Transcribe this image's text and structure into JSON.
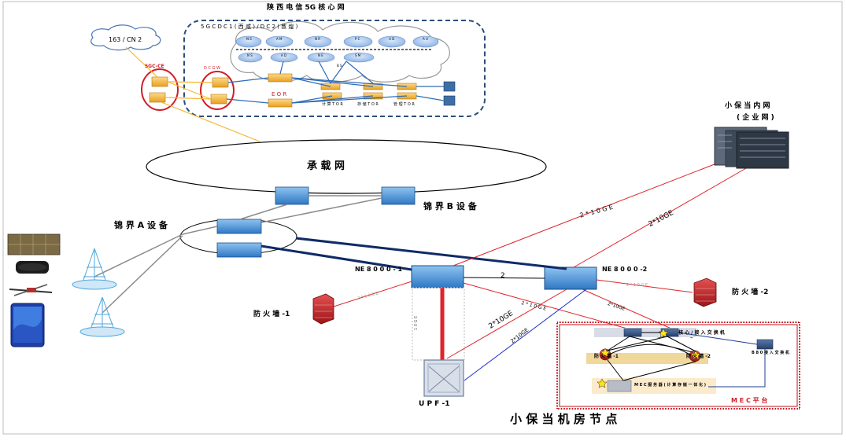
{
  "title": "陕 西 电 信 5G 核 心 网",
  "cloud_163": "163 / CN 2",
  "label_5gc_ce": "5GC-CE",
  "label_dcgw": "D C G W",
  "label_5gc_dc": "5 G C      D C 1    ( 西 咸 )    / D C 2    ( 敦 煌 )",
  "label_eor": "E O R",
  "label_tor": [
    "计 算 T O R",
    "存 储 T O R",
    "管 理 T O R"
  ],
  "core_nf_labels": [
    "N S",
    "A M",
    "N R",
    "P C",
    "U D",
    "A U",
    "N S",
    "A D",
    "S M",
    "N E",
    "B S"
  ],
  "bearer_network": "承 载 网",
  "border_a": "锦 界 A 设 备",
  "border_b": "锦 界 B 设 备",
  "intranet_title": "小 保 当 内 网",
  "intranet_subtitle": "( 企 业 网 )",
  "link_2x10ge_1": "2 * 1 0 G E",
  "link_2x10ge_2": "2 * 1 0 G E",
  "link_2x10ge_3": "2*10GE",
  "link_2x10ge_4": "2*10GE",
  "link_2x10ge_5": "2 * 1 0 G E",
  "link_2x10ge_6": "2 * 1 0 G E",
  "link_2x10ge_7": "2*10GE",
  "link_2": "2",
  "ne_1": "NE 8 0 0 0 -  1",
  "ne_2": "NE 8 0 0 0 -2",
  "firewall_1": "防 火 墙 -1",
  "firewall_2": "防 火 墙 -2",
  "upf": "U P F -1",
  "vrrp_label": "1 0 G E",
  "core_switch": "核 心 / 接 入 交 换 机",
  "access_switch": "B 8 0 接 入 交 换 机",
  "mec_fw_1": "防 火 墙 -1",
  "mec_fw_2": "防 火 墙 -2",
  "mec_server": "M E C 服 务 器 ( 计 算 存 储 一 体 化 )",
  "mec_platform": "M E C     平 台",
  "site_node": "小 保 当 机 房 节 点",
  "colors": {
    "red_link": "#e0242b",
    "blue_link": "#1f3f8f",
    "dark_blue_link": "#0f2b66",
    "gray_link": "#8c8c8c",
    "orange_link": "#f5b52e",
    "mec_border": "#c0121b",
    "cloud_fill": "#a9c7ec"
  }
}
